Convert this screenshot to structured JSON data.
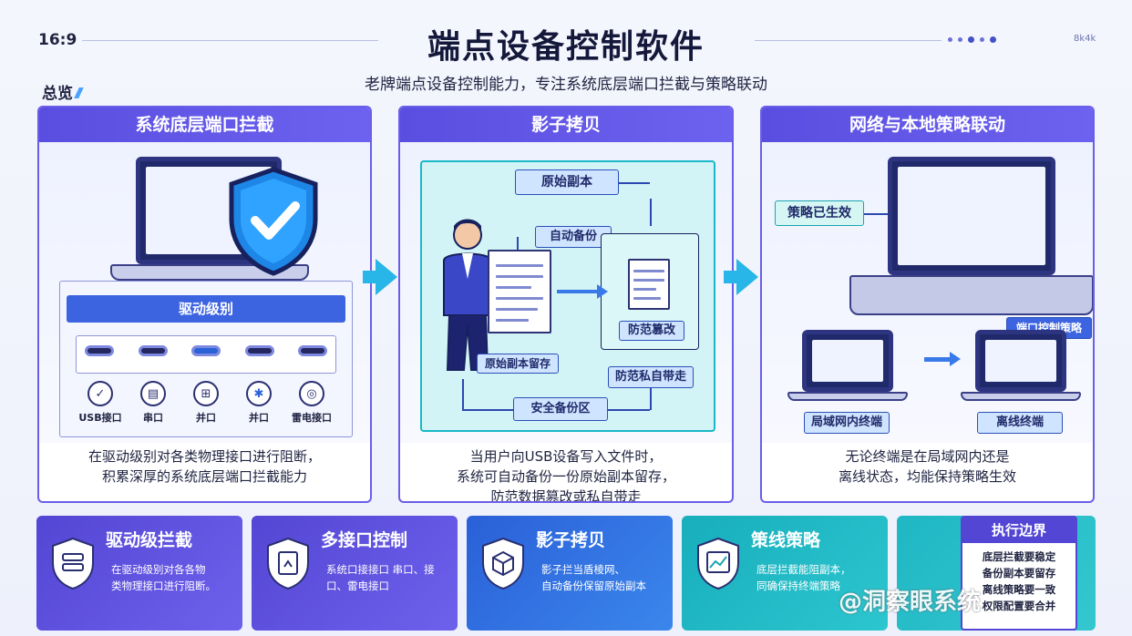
{
  "header": {
    "ratio": "16:9",
    "title": "端点设备控制软件",
    "subtitle": "老牌端点设备控制能力，专注系统底层端口拦截与策略联动",
    "overview": "总览",
    "corner_label": "8k4k"
  },
  "panels": [
    {
      "title": "系统底层端口拦截",
      "driver_label": "驱动级别",
      "ports": [
        {
          "label": "USB接口",
          "icon": "usb-icon"
        },
        {
          "label": "串口",
          "icon": "serial-port-icon"
        },
        {
          "label": "并口",
          "icon": "parallel-port-icon"
        },
        {
          "label": "并口",
          "icon": "chip-icon"
        },
        {
          "label": "雷电接口",
          "icon": "thunderbolt-icon"
        }
      ],
      "caption": [
        "在驱动级别对各类物理接口进行阻断，",
        "积累深厚的系统底层端口拦截能力"
      ]
    },
    {
      "title": "影子拷贝",
      "labels": {
        "original": "原始副本",
        "auto_backup": "自动备份",
        "prevent_tamper": "防范篡改",
        "original_kept": "原始副本留存",
        "prevent_carry": "防范私自带走",
        "secure_zone": "安全备份区"
      },
      "caption": [
        "当用户向USB设备写入文件时，",
        "系统可自动备份一份原始副本留存，",
        "防范数据篡改或私自带走"
      ]
    },
    {
      "title": "网络与本地策略联动",
      "labels": {
        "effective": "策略已生效",
        "port_policy": "端口控制策略",
        "lan_terminal": "局域网内终端",
        "offline_terminal": "离线终端"
      },
      "caption": [
        "无论终端是在局域网内还是",
        "离线状态，均能保持策略生效"
      ]
    }
  ],
  "cards": [
    {
      "title": "驱动级拦截",
      "desc": [
        "在驱动级别对各各物",
        "类物理接口进行阻断。"
      ],
      "color": "#5b4fd8",
      "icon": "server-shield-icon"
    },
    {
      "title": "多接口控制",
      "desc": [
        "系统口接接口 串口、接",
        "口、雷电接口"
      ],
      "color": "#5b4fd8",
      "icon": "port-shield-icon"
    },
    {
      "title": "影子拷贝",
      "desc": [
        "影子拦当盾棱网、",
        "自动备份保留原始副本"
      ],
      "color": "#2e6fdc",
      "icon": "cube-shield-icon"
    },
    {
      "title": "策线策略",
      "desc": [
        "底层拦截能阻副本，",
        "同确保持终端策略"
      ],
      "color": "#1ab7c4",
      "icon": "chart-shield-icon"
    }
  ],
  "boundary": {
    "title": "执行边界",
    "lines": [
      "底层拦截要稳定",
      "备份副本要留存",
      "离线策略要一致",
      "权限配置要合并"
    ]
  },
  "watermark": "@洞察眼系统"
}
